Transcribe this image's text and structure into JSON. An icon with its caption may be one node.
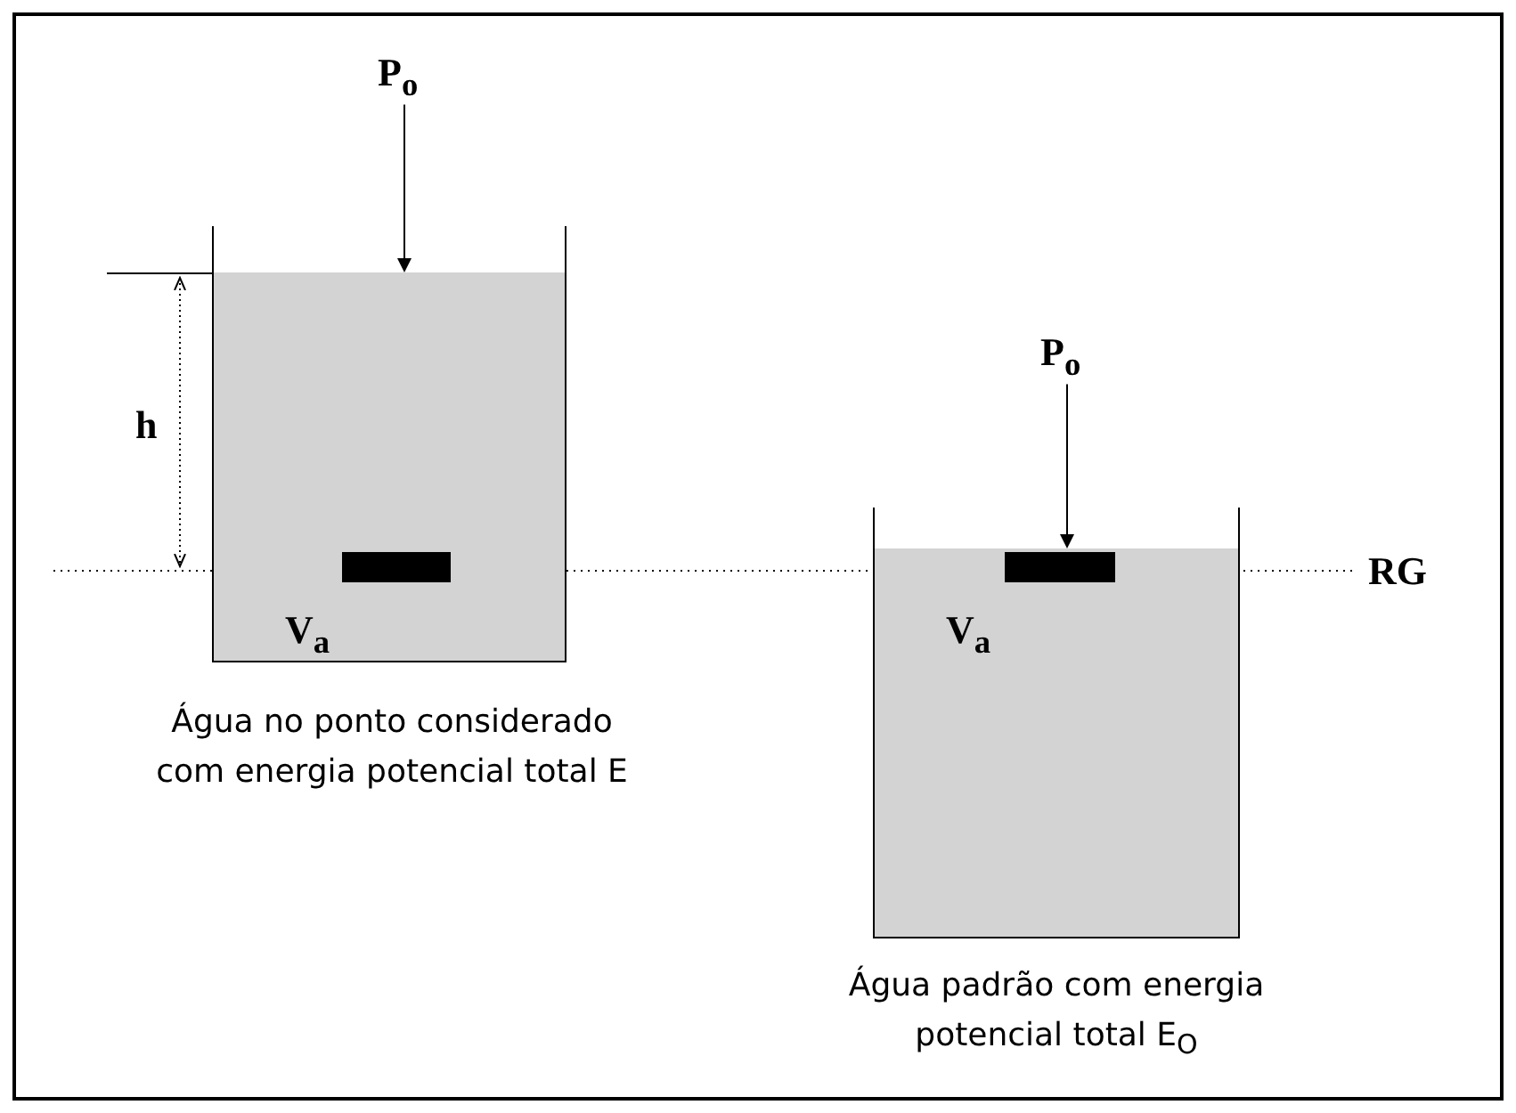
{
  "diagram": {
    "nodes": [
      {
        "text": [
          "P$_{o}$"
        ]
      },
      {
        "text": [],
        "shape": "box",
        "beside": [
          "Água no ponto considerado com energia potencial total E"
        ]
      },
      {
        "text": [],
        "shape": "bar",
        "in": 1,
        "beside": [
          "V$_{a}$"
        ]
      },
      {
        "text": [
          "P$_{o}$"
        ]
      },
      {
        "text": [],
        "shape": "box",
        "beside": [
          "Água padrão com energia potencial total E$_{O}$"
        ]
      },
      {
        "text": [],
        "shape": "bar",
        "in": 4,
        "beside": [
          "V$_{a}$"
        ]
      }
    ],
    "edges": [
      {
        "from": 0,
        "to": 1,
        "arrow": "to"
      },
      {
        "from": 3,
        "to": 4,
        "arrow": "to"
      }
    ],
    "labels": [
      "h",
      "RG"
    ]
  }
}
